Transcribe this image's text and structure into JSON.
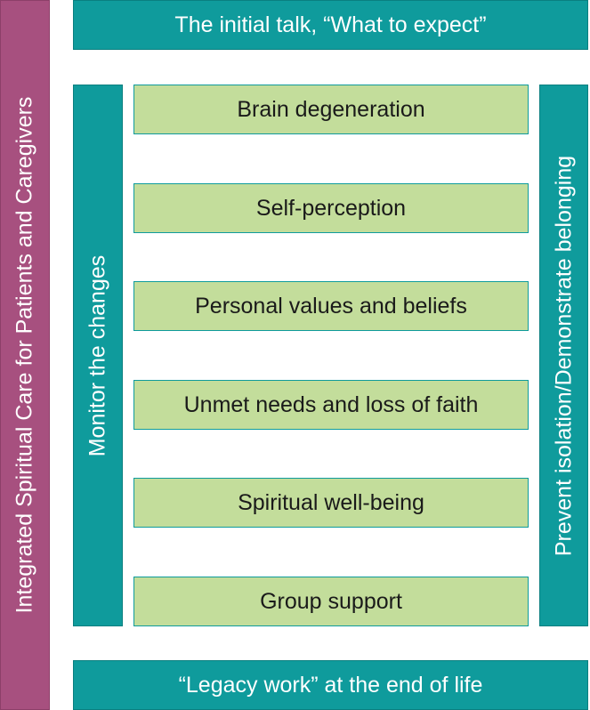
{
  "left_bar": {
    "label": "Integrated Spiritual Care for Patients and Caregivers",
    "color": "#a7507f"
  },
  "top_bar": {
    "label": "The initial talk, “What to expect”"
  },
  "bottom_bar": {
    "label": "“Legacy work” at the end of life"
  },
  "monitor_bar": {
    "label": "Monitor the changes"
  },
  "prevent_bar": {
    "label": "Prevent isolation/Demonstrate belonging"
  },
  "steps": [
    "Brain degeneration",
    "Self-perception",
    "Personal values and beliefs",
    "Unmet needs and loss of faith",
    "Spiritual well-being",
    "Group support"
  ],
  "colors": {
    "teal": "#0f9b9c",
    "green": "#c3dd9b",
    "purple": "#a7507f"
  }
}
